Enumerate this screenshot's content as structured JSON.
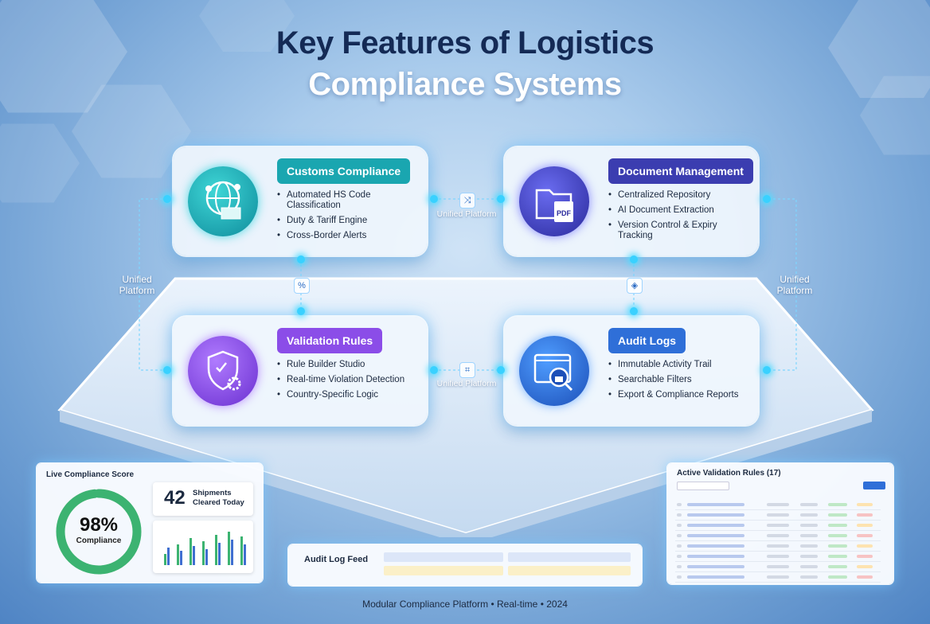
{
  "title": {
    "line1": "Key Features of Logistics",
    "line2": "Compliance Systems"
  },
  "colors": {
    "teal": "#1aa6b0",
    "indigo": "#3b3db0",
    "purple": "#8b4de8",
    "blue": "#2f6fd8",
    "green": "#3cb371"
  },
  "cards": {
    "customs": {
      "label": "Customs Compliance",
      "icon": "globe-container-icon",
      "items": [
        "Automated HS Code Classification",
        "Duty & Tariff Engine",
        "Cross-Border Alerts"
      ]
    },
    "document": {
      "label": "Document Management",
      "icon": "pdf-folder-icon",
      "items": [
        "Centralized Repository",
        "AI Document Extraction",
        "Version Control & Expiry Tracking"
      ]
    },
    "validation": {
      "label": "Validation Rules",
      "icon": "shield-gear-icon",
      "items": [
        "Rule Builder Studio",
        "Real-time Violation Detection",
        "Country-Specific Logic"
      ]
    },
    "audit": {
      "label": "Audit Logs",
      "icon": "lock-search-icon",
      "items": [
        "Immutable Activity Trail",
        "Searchable Filters",
        "Export & Compliance Reports"
      ]
    }
  },
  "connectors": {
    "top": "Unified Platform",
    "bottom": "Unified Platform",
    "left": "Unified Platform",
    "right": "Unified Platform"
  },
  "score_panel": {
    "title": "Live Compliance Score",
    "percent": "98%",
    "percent_value": 0.98,
    "caption": "Compliance",
    "shipments_count": "42",
    "shipments_label": "Shipments Cleared Today"
  },
  "audit_feed": {
    "title": "Audit Log Feed"
  },
  "rules_panel": {
    "title": "Active Validation Rules (17)"
  },
  "footer": "Modular Compliance Platform • Real-time • 2024"
}
